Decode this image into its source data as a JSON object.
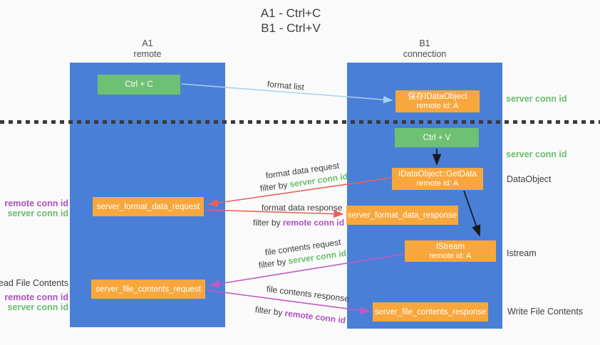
{
  "title": {
    "line1": "A1 - Ctrl+C",
    "line2": "B1 - Ctrl+V"
  },
  "lanes": {
    "left": {
      "name": "A1",
      "sub": "remote"
    },
    "right": {
      "name": "B1",
      "sub": "connection"
    }
  },
  "nodes": {
    "ctrl_c": {
      "label": "Ctrl + C"
    },
    "save_dataobject": {
      "line1": "保存IDataObject",
      "line2": "remote id: A"
    },
    "ctrl_v": {
      "label": "Ctrl + V"
    },
    "getdata": {
      "line1": "IDataObject::GetData",
      "line2": "remote id: A"
    },
    "format_data_response": {
      "label": "server_format_data_response"
    },
    "istream": {
      "line1": "IStream",
      "line2": "remote id: A"
    },
    "file_contents_response": {
      "label": "server_file_contents_response"
    },
    "format_data_request": {
      "label": "server_format_data_request"
    },
    "file_contents_request": {
      "label": "server_file_contents_request"
    }
  },
  "edges": {
    "format_list": "format list",
    "format_data_request": "format data request",
    "format_data_response": "format data response",
    "file_contents_request": "file contents request",
    "file_contents_response": "file contents response",
    "filter_by": "filter by ",
    "server_conn_id": "server conn id",
    "remote_conn_id": "remote conn id"
  },
  "side_labels": {
    "server_conn_id_top": "server conn id",
    "server_conn_id_mid": "server conn id",
    "dataobject": "DataObject",
    "istream": "Istream",
    "write_file_contents": "Write File Contents",
    "read_file_contents": "Read File Contents",
    "remote_conn_id_upper": "remote conn id",
    "server_conn_id_upper": "server conn id",
    "remote_conn_id_lower": "remote conn id",
    "server_conn_id_lower": "server conn id"
  },
  "colors": {
    "lane_blue": "#4a7fd8",
    "node_green": "#6ec072",
    "node_orange": "#f8a73d",
    "conn_id_green": "#67bf6b",
    "conn_id_purple": "#ae4fc0",
    "arrow_red": "#e8625b",
    "arrow_magenta": "#c25ac2",
    "arrow_lightblue": "#a5d3ee",
    "arrow_black": "#1a1a1a"
  }
}
